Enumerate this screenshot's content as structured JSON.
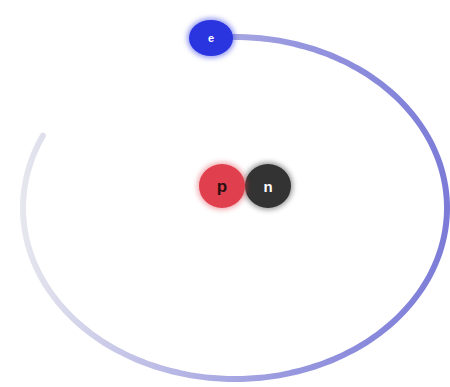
{
  "diagram": {
    "nodes": [
      {
        "text": [
          "e"
        ]
      },
      {
        "text": [
          "p"
        ]
      },
      {
        "text": [
          "n"
        ]
      }
    ]
  }
}
